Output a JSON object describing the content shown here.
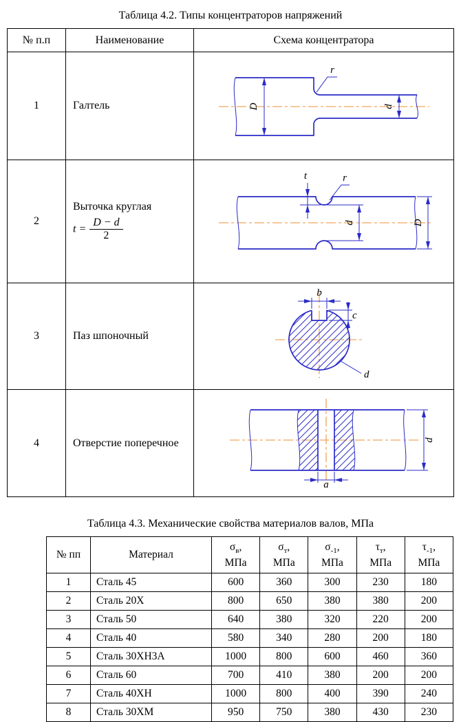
{
  "titles": {
    "table1": "Таблица 4.2. Типы концентраторов напряжений",
    "table2": "Таблица 4.3. Механические свойства материалов валов, МПа"
  },
  "table1": {
    "headers": [
      "№ п.п",
      "Наименование",
      "Схема концентратора"
    ],
    "rows": [
      {
        "num": "1",
        "name": "Галтель"
      },
      {
        "num": "2",
        "name": "Выточка круглая",
        "formula": {
          "lhs": "t =",
          "numerator": "D − d",
          "denominator": "2"
        }
      },
      {
        "num": "3",
        "name": "Паз шпоночный"
      },
      {
        "num": "4",
        "name": "Отверстие поперечное"
      }
    ],
    "diagrams": {
      "fillet": {
        "r": "r",
        "D": "D",
        "d": "d"
      },
      "groove": {
        "t": "t",
        "r": "r",
        "d": "d",
        "D": "D"
      },
      "keyway": {
        "b": "b",
        "c": "c",
        "d": "d"
      },
      "hole": {
        "d": "d",
        "a": "a"
      }
    }
  },
  "table2": {
    "headers": {
      "num": "№ пп",
      "material": "Материал",
      "cols": [
        {
          "sym": "σ",
          "sub": "в",
          "comma": ",",
          "unit": "МПа"
        },
        {
          "sym": "σ",
          "sub": "т",
          "comma": ",",
          "unit": "МПа"
        },
        {
          "sym": "σ",
          "sub": "-1",
          "comma": ",",
          "unit": "МПа"
        },
        {
          "sym": "τ",
          "sub": "т",
          "comma": ",",
          "unit": "МПа"
        },
        {
          "sym": "τ",
          "sub": "-1",
          "comma": ",",
          "unit": "МПа"
        }
      ]
    },
    "rows": [
      {
        "num": "1",
        "material": "Сталь 45",
        "values": [
          "600",
          "360",
          "300",
          "230",
          "180"
        ]
      },
      {
        "num": "2",
        "material": "Сталь 20Х",
        "values": [
          "800",
          "650",
          "380",
          "380",
          "200"
        ]
      },
      {
        "num": "3",
        "material": "Сталь 50",
        "values": [
          "640",
          "380",
          "320",
          "220",
          "200"
        ]
      },
      {
        "num": "4",
        "material": "Сталь 40",
        "values": [
          "580",
          "340",
          "280",
          "200",
          "180"
        ]
      },
      {
        "num": "5",
        "material": "Сталь 30ХН3А",
        "values": [
          "1000",
          "800",
          "600",
          "460",
          "360"
        ]
      },
      {
        "num": "6",
        "material": "Сталь 60",
        "values": [
          "700",
          "410",
          "380",
          "200",
          "200"
        ]
      },
      {
        "num": "7",
        "material": "Сталь 40ХН",
        "values": [
          "1000",
          "800",
          "400",
          "390",
          "240"
        ]
      },
      {
        "num": "8",
        "material": "Сталь 30ХМ",
        "values": [
          "950",
          "750",
          "380",
          "430",
          "230"
        ]
      }
    ]
  },
  "colors": {
    "drawing_line_blue": "#2a2ac8",
    "centerline_orange": "#ee9233",
    "border_black": "#000000"
  }
}
